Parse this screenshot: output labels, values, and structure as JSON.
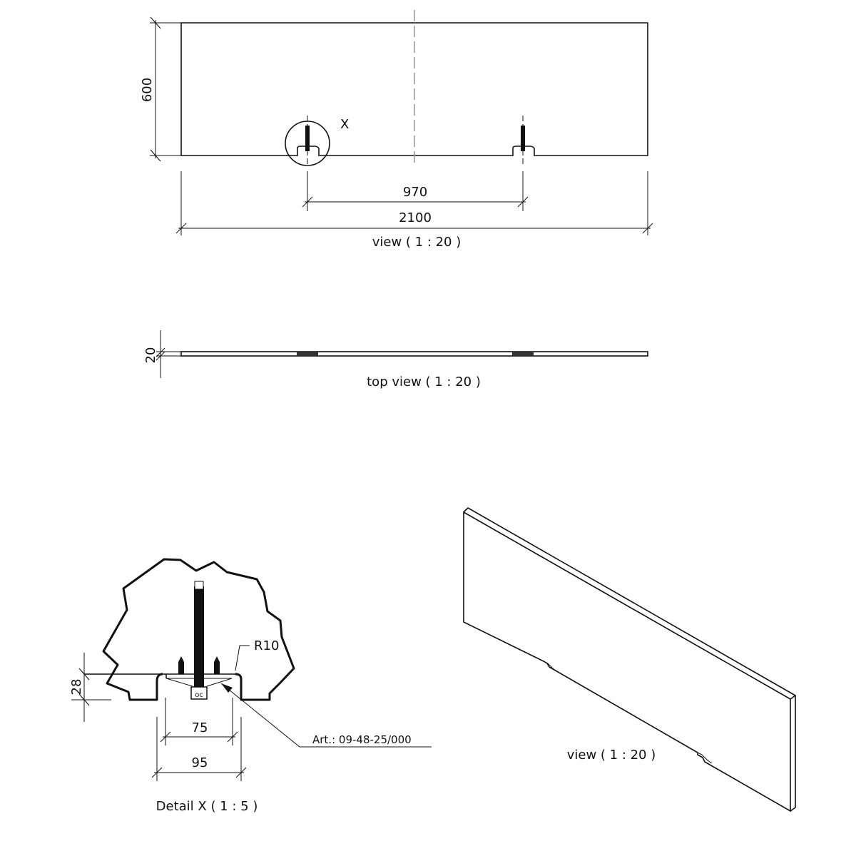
{
  "front_view": {
    "height_dim": "600",
    "marker": "X",
    "spacing_dim": "970",
    "width_dim": "2100",
    "caption": "view ( 1 : 20 )"
  },
  "top_view": {
    "thickness_dim": "20",
    "caption": "top view ( 1 : 20 )"
  },
  "detail": {
    "radius": "R10",
    "depth_dim": "28",
    "inner_dim": "75",
    "outer_dim": "95",
    "article": "Art.: 09-48-25/000",
    "caption": "Detail X ( 1 : 5 )"
  },
  "iso_view": {
    "caption": "view ( 1 : 20 )"
  }
}
